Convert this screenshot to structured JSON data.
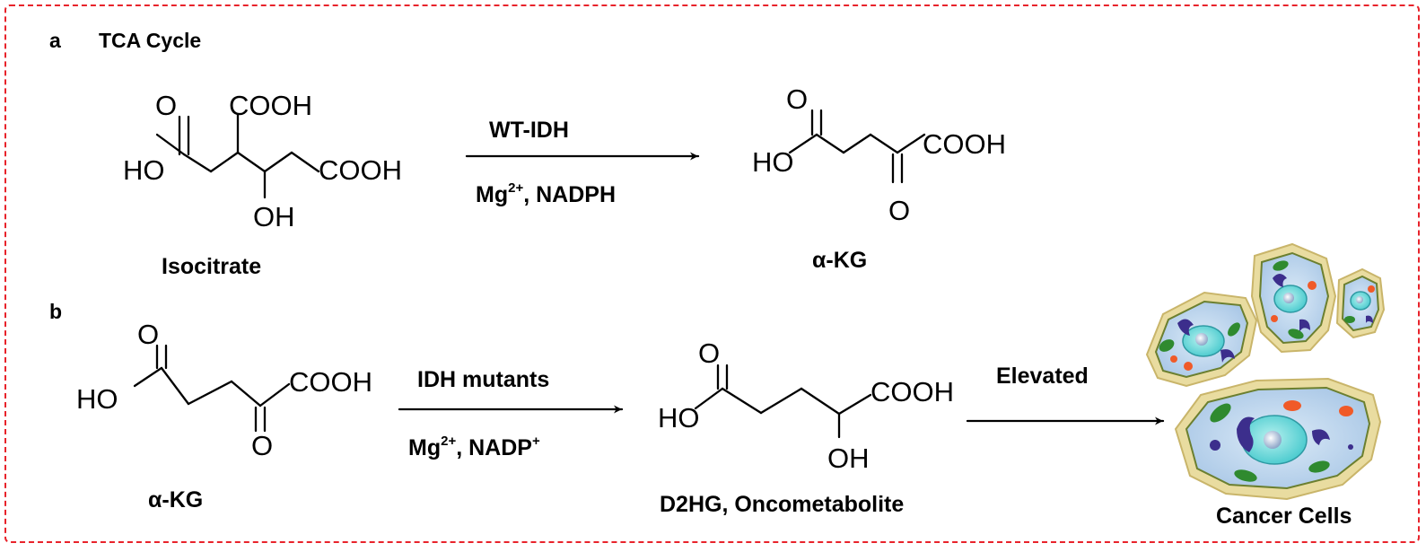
{
  "panel_a": {
    "label": "a",
    "title": "TCA Cycle",
    "reactant_name": "Isocitrate",
    "enzyme": "WT-IDH",
    "cofactor_metal": "Mg",
    "cofactor_metal_charge": "2+",
    "cofactor_rest": ", NADPH",
    "product_name": "α-KG"
  },
  "panel_b": {
    "label": "b",
    "reactant_name": "α-KG",
    "enzyme": "IDH mutants",
    "cofactor_metal": "Mg",
    "cofactor_metal_charge": "2+",
    "cofactor_rest": ", NADP",
    "cofactor_rest_charge": "+",
    "product_name": "D2HG, Oncometabolite",
    "effect": "Elevated",
    "outcome_name": "Cancer Cells"
  },
  "atoms": {
    "O": "O",
    "HO": "HO",
    "OH": "OH",
    "COOH": "COOH"
  },
  "colors": {
    "frame": "#e8232b",
    "cell_membrane": "#e9dca0",
    "cytoplasm": "#bcd8f0",
    "nucleus": "#5ed6d8",
    "organelle_purple": "#3c2e8c",
    "mitochondria": "#2f8a2f",
    "lysosome": "#f05a28"
  }
}
